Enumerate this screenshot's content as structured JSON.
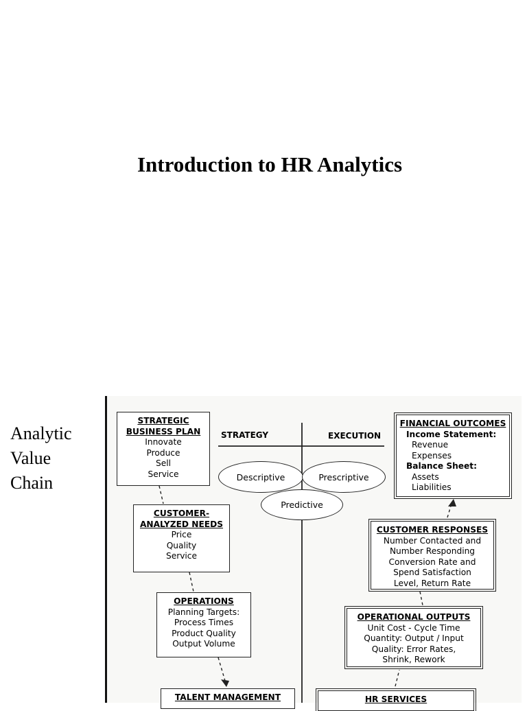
{
  "title": "Introduction to HR Analytics",
  "side_label": [
    "Analytic",
    "Value",
    "Chain"
  ],
  "headers": {
    "strategy": "STRATEGY",
    "execution": "EXECUTION"
  },
  "ellipses": {
    "descriptive": "Descriptive",
    "prescriptive": "Prescriptive",
    "predictive": "Predictive"
  },
  "boxes": {
    "strategic": {
      "heading": [
        "STRATEGIC",
        "BUSINESS PLAN"
      ],
      "lines": [
        "Innovate",
        "Produce",
        "Sell",
        "Service"
      ]
    },
    "customer_needs": {
      "heading": [
        "CUSTOMER-",
        "ANALYZED NEEDS"
      ],
      "lines": [
        "Price",
        "Quality",
        "Service"
      ]
    },
    "operations": {
      "heading": [
        "OPERATIONS"
      ],
      "lines": [
        "Planning Targets:",
        "Process Times",
        "Product Quality",
        "Output Volume"
      ]
    },
    "talent": {
      "heading": [
        "TALENT MANAGEMENT"
      ]
    },
    "financial": {
      "heading": [
        "FINANCIAL OUTCOMES"
      ],
      "lines": [
        "Income Statement:",
        "Revenue",
        "Expenses",
        "Balance Sheet:",
        "Assets",
        "Liabilities"
      ]
    },
    "customer_responses": {
      "heading": [
        "CUSTOMER RESPONSES"
      ],
      "lines": [
        "Number Contacted and",
        "Number Responding",
        "Conversion Rate and",
        "Spend Satisfaction",
        "Level, Return Rate"
      ]
    },
    "operational_outputs": {
      "heading": [
        "OPERATIONAL OUTPUTS"
      ],
      "lines": [
        "Unit Cost - Cycle Time",
        "Quantity: Output / Input",
        "Quality: Error Rates,",
        "Shrink, Rework"
      ]
    },
    "hr_services": {
      "heading": [
        "HR SERVICES"
      ]
    }
  }
}
